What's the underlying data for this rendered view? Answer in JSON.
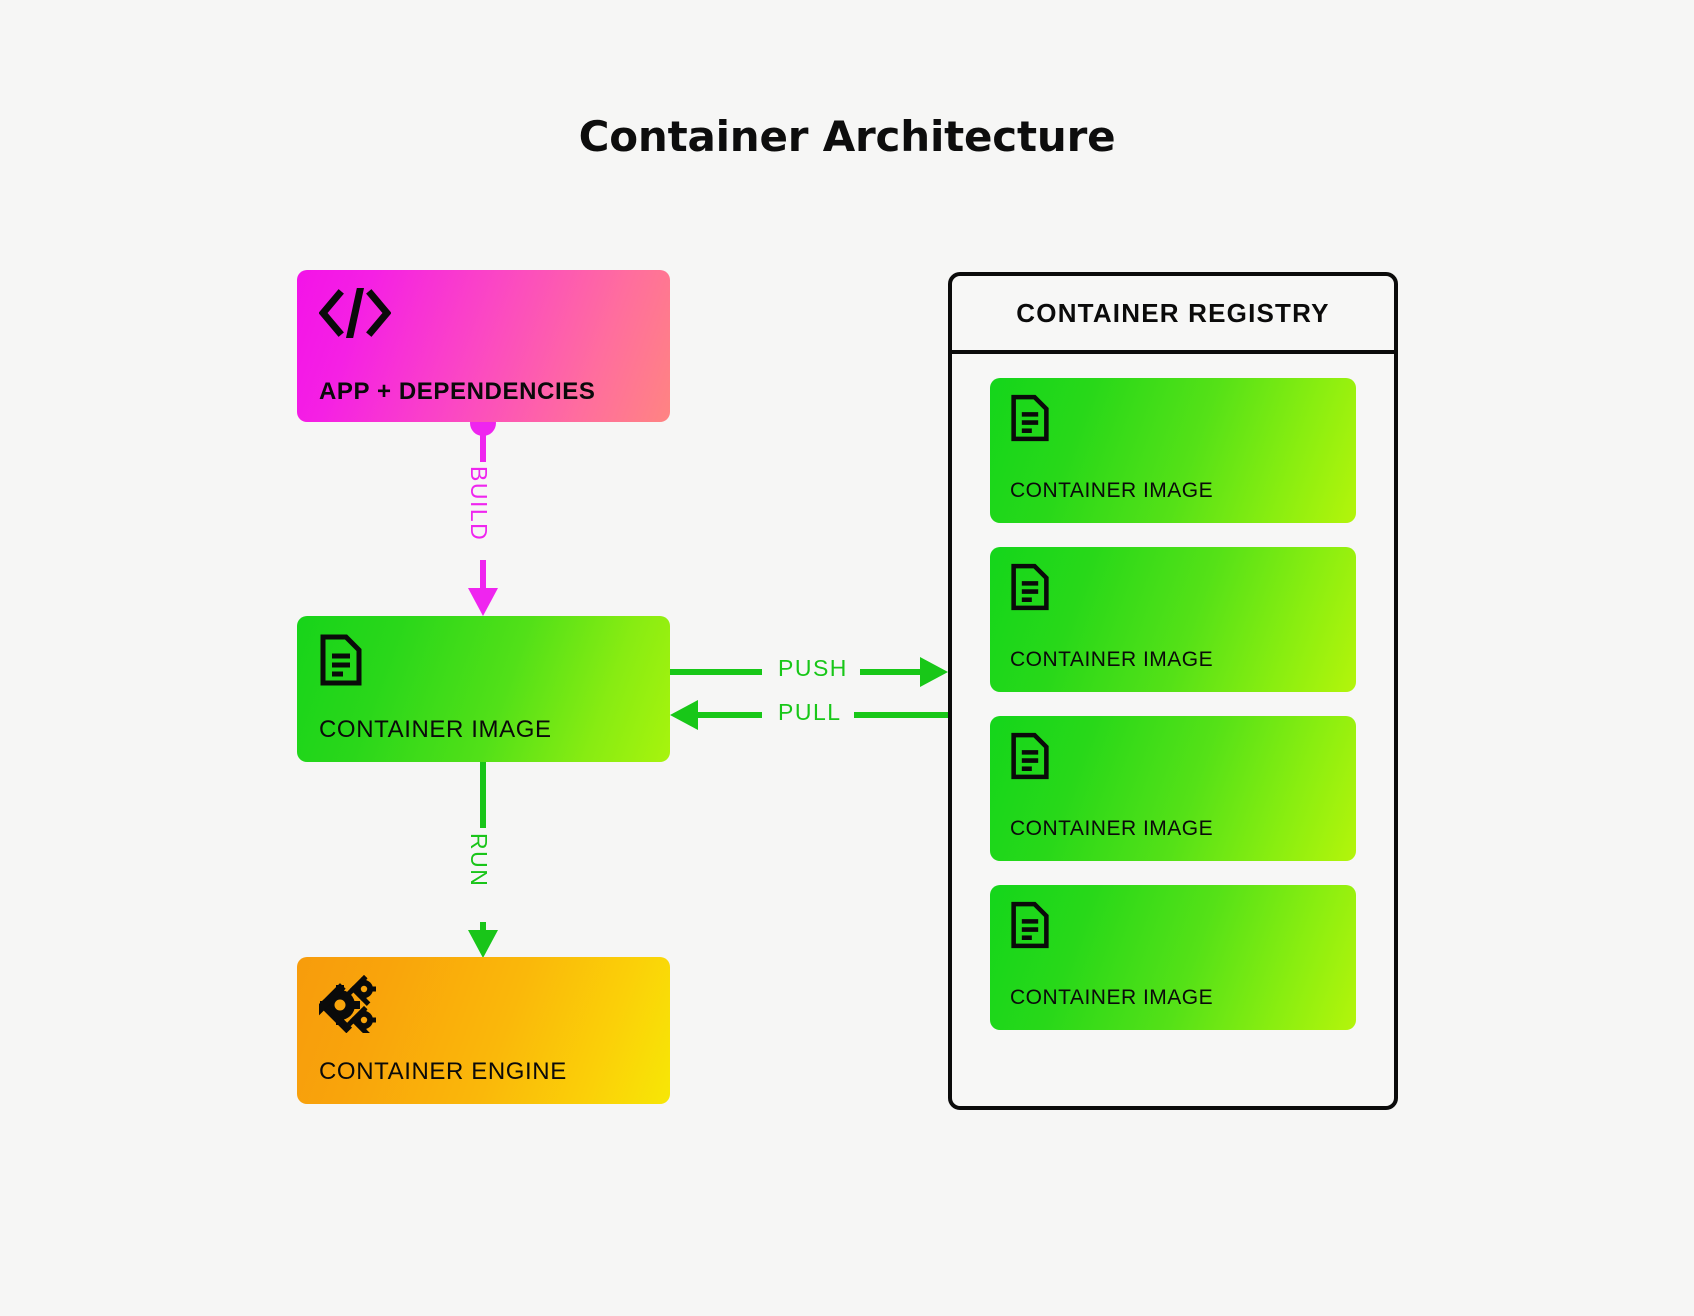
{
  "page": {
    "title": "Container Architecture",
    "background_color": "#f6f6f5"
  },
  "nodes": {
    "app": {
      "label": "APP + DEPENDENCIES",
      "icon": "code-icon",
      "gradient_from": "#f313e8",
      "gradient_to": "#ff8482"
    },
    "image": {
      "label": "CONTAINER IMAGE",
      "icon": "document-icon",
      "gradient_from": "#17d41a",
      "gradient_to": "#a8f40d"
    },
    "engine": {
      "label": "CONTAINER ENGINE",
      "icon": "gears-icon",
      "gradient_from": "#f79c0c",
      "gradient_to": "#f7e706"
    }
  },
  "registry": {
    "title": "CONTAINER REGISTRY",
    "border_color": "#0b0b0b",
    "cards": [
      {
        "label": "CONTAINER IMAGE",
        "icon": "document-icon"
      },
      {
        "label": "CONTAINER IMAGE",
        "icon": "document-icon"
      },
      {
        "label": "CONTAINER IMAGE",
        "icon": "document-icon"
      },
      {
        "label": "CONTAINER IMAGE",
        "icon": "document-icon"
      }
    ]
  },
  "edges": {
    "build": {
      "label": "BUILD",
      "color": "#ef25ef",
      "from": "app",
      "to": "image",
      "direction": "down"
    },
    "run": {
      "label": "RUN",
      "color": "#19c519",
      "from": "image",
      "to": "engine",
      "direction": "down"
    },
    "push": {
      "label": "PUSH",
      "color": "#18c718",
      "from": "image",
      "to": "registry",
      "direction": "right"
    },
    "pull": {
      "label": "PULL",
      "color": "#18c718",
      "from": "registry",
      "to": "image",
      "direction": "left"
    }
  }
}
